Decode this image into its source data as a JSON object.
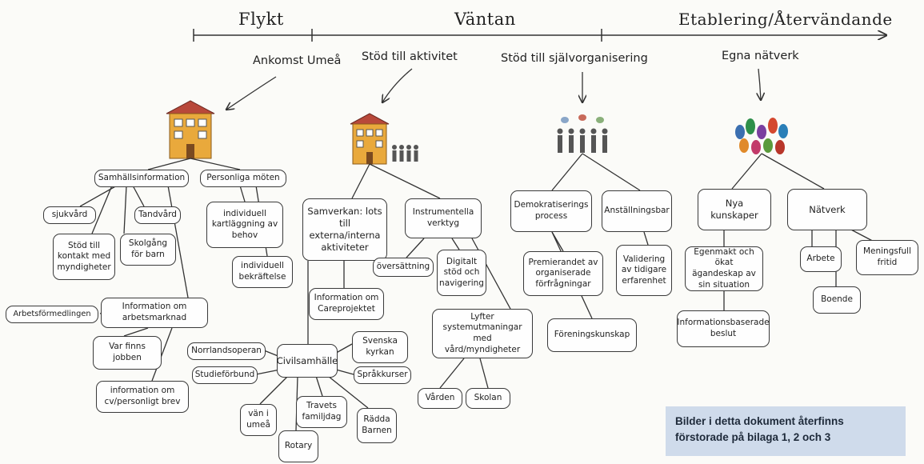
{
  "phases": {
    "p1": "Flykt",
    "p2": "Väntan",
    "p3": "Etablering/Återvändande"
  },
  "stages": {
    "s1": "Ankomst Umeå",
    "s2": "Stöd till aktivitet",
    "s3": "Stöd till självorganisering",
    "s4": "Egna nätverk"
  },
  "nodes": {
    "samhallsinfo": "Samhällsinformation",
    "personliga": "Personliga möten",
    "sjukvard": "sjukvård",
    "tandvard": "Tandvård",
    "individuell_kart": "individuell kartläggning av behov",
    "stod_kontakt": "Stöd till kontakt med myndigheter",
    "skolgang": "Skolgång för barn",
    "individuell_bekr": "individuell bekräftelse",
    "arbetsformedlingen": "Arbetsförmedlingen",
    "info_arbetsmarknad": "Information om arbetsmarknad",
    "var_finns": "Var finns jobben",
    "info_cv": "information om cv/personligt brev",
    "samverkan": "Samverkan: lots till externa/interna aktiviteter",
    "instrumentella": "Instrumentella verktyg",
    "oversattning": "översättning",
    "digitalt": "Digitalt stöd och navigering",
    "info_carepro": "Information om Careprojektet",
    "norrlandsoperan": "Norrlandsoperan",
    "studieforbund": "Studieförbund",
    "civilsamhalle": "Civilsamhälle",
    "svenska_kyrkan": "Svenska kyrkan",
    "sprakkurser": "Språkkurser",
    "van_i_umea": "vän i umeå",
    "travets": "Travets familjdag",
    "radda_barnen": "Rädda Barnen",
    "rotary": "Rotary",
    "lyfter": "Lyfter systemutmaningar med vård/myndigheter",
    "varden": "Vården",
    "skolan": "Skolan",
    "demokratisering": "Demokratiserings process",
    "anstallningsbar": "Anställningsbar",
    "premierandet": "Premierandet av organiserade förfrågningar",
    "validering": "Validering av tidigare erfarenhet",
    "foreningskunskap": "Föreningskunskap",
    "nya_kunskaper": "Nya kunskaper",
    "natverk": "Nätverk",
    "egenmakt": "Egenmakt och ökat ägandeskap av sin situation",
    "arbete": "Arbete",
    "meningsfull": "Meningsfull fritid",
    "boende": "Boende",
    "informationsbaserade": "Informationsbaserade beslut"
  },
  "note": {
    "line1": "Bilder i detta dokument återfinns",
    "line2": "förstorade på bilaga 1, 2 och 3"
  },
  "colors": {
    "note_bg": "#cfdbeb",
    "house": "#e9a93c",
    "roof": "#b8483a",
    "ink": "#3a3a3a"
  },
  "icons": [
    "house-icon",
    "people-group-icon",
    "crowd-icon"
  ]
}
